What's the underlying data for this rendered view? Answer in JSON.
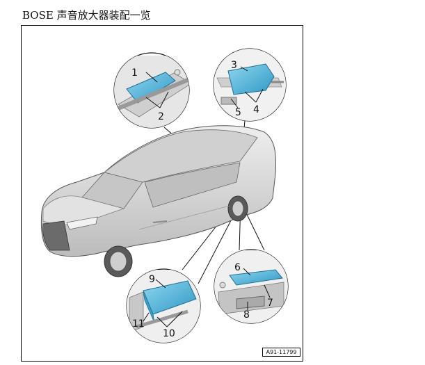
{
  "title": "BOSE 声音放大器装配一览",
  "figure_id": "A91-11799",
  "callouts": [
    "1",
    "2",
    "3",
    "4",
    "5",
    "6",
    "7",
    "8",
    "9",
    "10",
    "11"
  ],
  "colors": {
    "amplifier": "#4fb6dc",
    "car_body": "#d9d9d9",
    "line": "#111111"
  }
}
